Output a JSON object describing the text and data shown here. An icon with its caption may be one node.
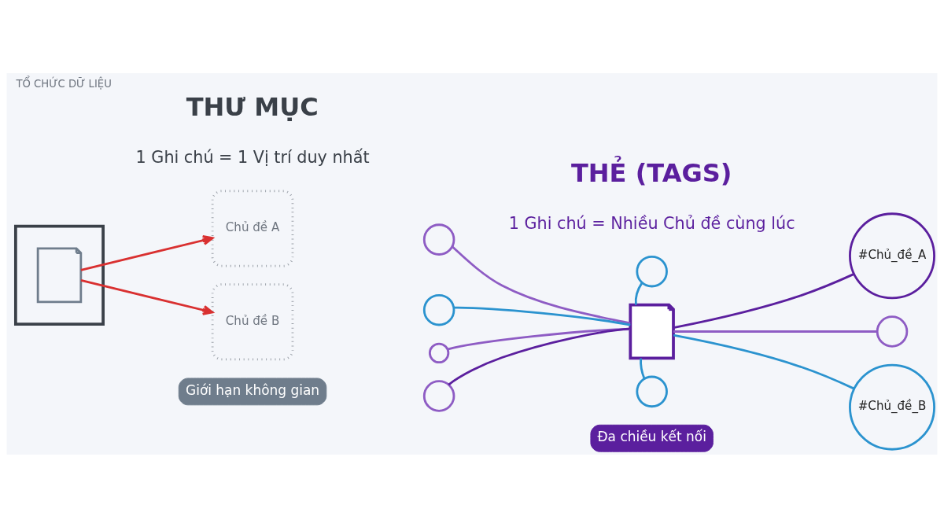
{
  "diagram": {
    "title": "TỔ CHỨC DỮ LIỆU",
    "nodes": [
      {
        "text": [],
        "shape": "box"
      },
      {
        "text": [],
        "shape": "document",
        "in": 0
      },
      {
        "text": [
          "Chủ đề A"
        ]
      },
      {
        "text": [
          "Chủ đề B"
        ]
      },
      {
        "text": [],
        "shape": "document"
      },
      {
        "text": [],
        "shape": "circle"
      },
      {
        "text": [],
        "shape": "circle"
      },
      {
        "text": [
          "#Chủ_đề_A"
        ]
      },
      {
        "text": [],
        "shape": "circle"
      },
      {
        "text": [],
        "shape": "circle"
      },
      {
        "text": [],
        "shape": "circle"
      },
      {
        "text": [],
        "shape": "circle"
      },
      {
        "text": [],
        "shape": "circle"
      },
      {
        "text": [
          "#Chủ_đề_B"
        ]
      }
    ],
    "edges": [
      {
        "from": 1,
        "to": 2,
        "arrow": "to",
        "color": "#d93030"
      },
      {
        "from": 1,
        "to": 3,
        "arrow": "to",
        "color": "#d93030"
      },
      {
        "from": 4,
        "to": 5,
        "arrow": "none",
        "color": "#8e5cc4"
      },
      {
        "from": 4,
        "to": 6,
        "arrow": "none",
        "color": "#2b93cf"
      },
      {
        "from": 4,
        "to": 7,
        "arrow": "none",
        "color": "#5b1f9e"
      },
      {
        "from": 4,
        "to": 8,
        "arrow": "none",
        "color": "#2b93cf"
      },
      {
        "from": 4,
        "to": 9,
        "arrow": "none",
        "color": "#8e5cc4"
      },
      {
        "from": 4,
        "to": 10,
        "arrow": "none",
        "color": "#8e5cc4"
      },
      {
        "from": 4,
        "to": 11,
        "arrow": "none",
        "color": "#5b1f9e"
      },
      {
        "from": 4,
        "to": 12,
        "arrow": "none",
        "color": "#2b93cf"
      },
      {
        "from": 4,
        "to": 13,
        "arrow": "none",
        "color": "#2b93cf"
      }
    ],
    "labels": [
      "THƯ MỤC",
      "1 Ghi chú = 1 Vị trí duy nhất",
      "THẺ (TAGS)",
      "1 Ghi chú = Nhiều Chủ đề cùng lúc",
      "Giới hạn không gian",
      "Đa chiều kết nối"
    ]
  }
}
